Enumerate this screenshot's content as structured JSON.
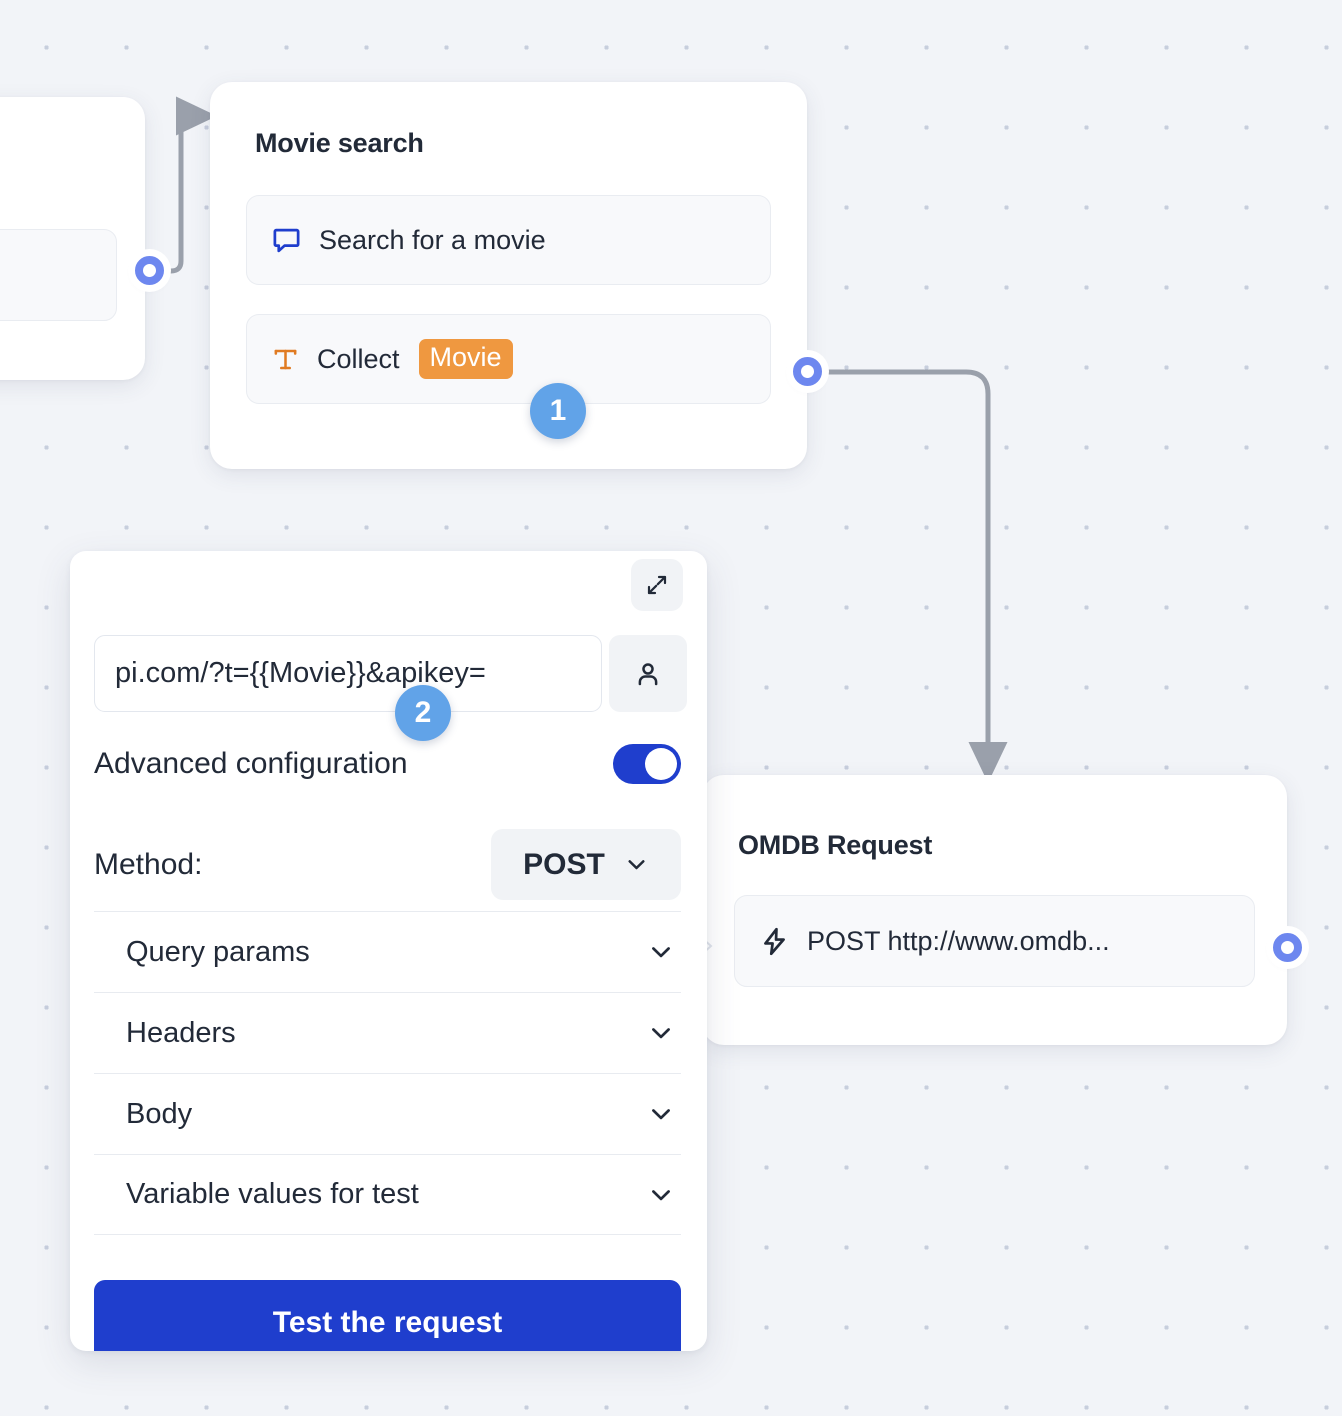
{
  "canvas": {
    "background_color": "#f2f4f8",
    "dot_color": "#c7cedd",
    "accent_blue": "#1f3ecd",
    "port_blue": "#6d87ef",
    "badge_blue": "#61a3e8",
    "tag_orange": "#ef9840",
    "edge_gray": "#9aa0ab"
  },
  "nodes": {
    "movie_search": {
      "title": "Movie search",
      "rows": [
        {
          "icon": "message-bubble-icon",
          "label": "Search for a movie"
        },
        {
          "icon": "text-field-icon",
          "label": "Collect",
          "tag": "Movie"
        }
      ]
    },
    "omdb_request": {
      "title": "OMDB Request",
      "rows": [
        {
          "icon": "lightning-bolt-icon",
          "label": "POST http://www.omdb..."
        }
      ]
    }
  },
  "badges": [
    {
      "number": "1"
    },
    {
      "number": "2"
    }
  ],
  "config_panel": {
    "expand_label": "expand-icon",
    "url": {
      "value": "pi.com/?t={{Movie}}&apikey=",
      "placeholder": "Enter request URL"
    },
    "user_button_label": "user-icon",
    "advanced": {
      "label": "Advanced configuration",
      "enabled": "on"
    },
    "method": {
      "label": "Method:",
      "value": "POST"
    },
    "sections": [
      {
        "label": "Query params"
      },
      {
        "label": "Headers"
      },
      {
        "label": "Body"
      },
      {
        "label": "Variable values for test"
      }
    ],
    "test_button": "Test the request"
  }
}
